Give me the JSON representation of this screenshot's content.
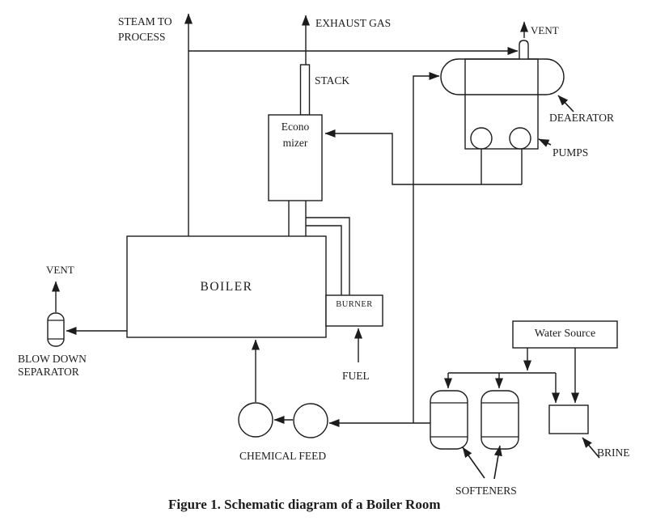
{
  "figure": {
    "caption": "Figure 1. Schematic diagram of a Boiler Room"
  },
  "labels": {
    "steam_to_process_line1": "STEAM TO",
    "steam_to_process_line2": "PROCESS",
    "exhaust_gas": "EXHAUST GAS",
    "stack": "STACK",
    "economizer_line1": "Econo",
    "economizer_line2": "mizer",
    "vent_deaerator": "VENT",
    "deaerator": "DEAERATOR",
    "pumps": "PUMPS",
    "boiler": "BOILER",
    "burner": "BURNER",
    "fuel": "FUEL",
    "vent_separator": "VENT",
    "blow_down_line1": "BLOW DOWN",
    "blow_down_line2": "SEPARATOR",
    "chemical_feed": "CHEMICAL FEED",
    "water_source": "Water Source",
    "brine": "BRINE",
    "softeners": "SOFTENERS"
  },
  "colors": {
    "line": "#1c1c1c",
    "background": "#ffffff"
  }
}
